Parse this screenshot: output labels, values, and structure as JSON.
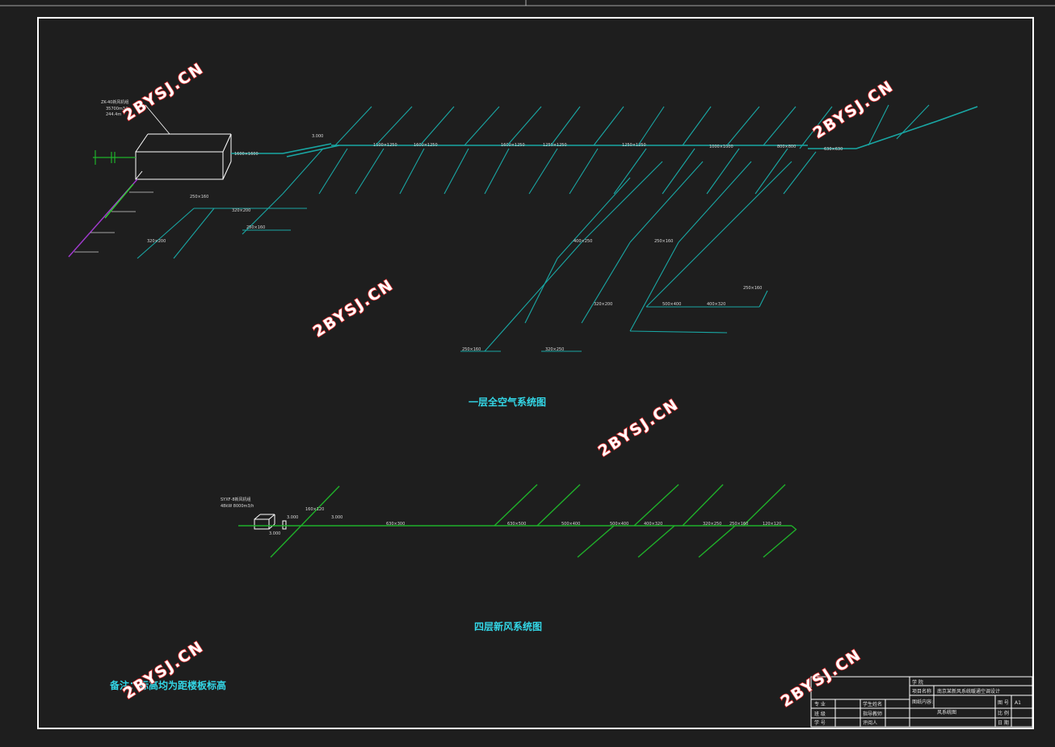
{
  "drawing": {
    "titles": {
      "system1": "一层全空气系统图",
      "system2": "四层新风系统图"
    },
    "note": "备注：标高均为距楼板标高",
    "watermark": "2BYSJ.CN",
    "colors": {
      "background": "#1e1e1e",
      "frame": "#ffffff",
      "duct_main": "#19a7a4",
      "duct_fresh": "#1fb12a",
      "label": "#d8d8d8",
      "title": "#33d6e6",
      "watermark_outline": "#d42a2a",
      "purple_duct": "#a23bd0",
      "green_duct": "#2fd02f"
    },
    "equipment": {
      "ahu": {
        "name": "ZK-40新风机组",
        "airflow": "35700m3/h",
        "power": "244.4m"
      },
      "fresh_unit": {
        "name": "SYXF-8新风机组",
        "spec": "48kW 8000m3/h"
      }
    },
    "main_labels": [
      "1600×1250",
      "1600×1250",
      "1600×1250",
      "1250×1250",
      "1250×1250",
      "1000×1000",
      "800×800",
      "630×630",
      "1600×1600"
    ],
    "branch_labels": [
      "250×160",
      "320×200",
      "250×160",
      "320×200",
      "400×250",
      "250×160",
      "320×200",
      "250×160",
      "400×320",
      "500×400",
      "250×160",
      "320×250"
    ],
    "fresh_labels": [
      "630×300",
      "630×500",
      "500×400",
      "500×400",
      "400×320",
      "320×250",
      "250×160",
      "120×120",
      "160×120"
    ],
    "elevations": [
      "3.000",
      "3.000",
      "3.000",
      "3.000"
    ],
    "title_block": {
      "rows": [
        {
          "label": "学  院",
          "value": ""
        },
        {
          "label": "项目名称",
          "value": "南京某新风系统暖通空调设计"
        },
        {
          "label": "图纸内容:",
          "value": "风系统图"
        }
      ],
      "left_rows": [
        {
          "label": "专  业",
          "value": "学生姓名"
        },
        {
          "label": "班  级",
          "value": "指导教师"
        },
        {
          "label": "学  号",
          "value": "评阅人"
        }
      ],
      "right_rows": [
        {
          "label": "图  号",
          "value": "A1"
        },
        {
          "label": "比  例",
          "value": ""
        },
        {
          "label": "日  期",
          "value": ""
        }
      ]
    }
  }
}
